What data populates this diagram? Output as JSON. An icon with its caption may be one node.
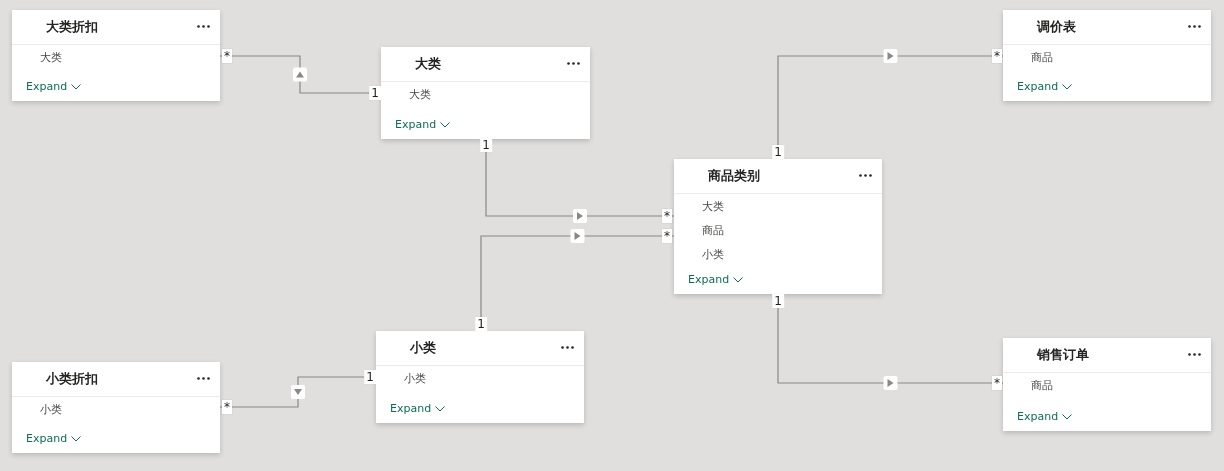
{
  "diagram": {
    "nodes": [
      {
        "text": [
          "大类折扣",
          "大类",
          "Expand"
        ]
      },
      {
        "text": [
          "调价表",
          "商品",
          "Expand"
        ]
      },
      {
        "text": [
          "大类",
          "大类",
          "Expand"
        ]
      },
      {
        "text": [
          "商品类别",
          "大类",
          "商品",
          "小类",
          "Expand"
        ]
      },
      {
        "text": [
          "小类",
          "小类",
          "Expand"
        ]
      },
      {
        "text": [
          "小类折扣",
          "小类",
          "Expand"
        ]
      },
      {
        "text": [
          "销售订单",
          "商品",
          "Expand"
        ]
      }
    ],
    "edges": [
      {
        "from": 2,
        "to": 0,
        "arrow": "to"
      },
      {
        "from": 2,
        "to": 3,
        "arrow": "to"
      },
      {
        "from": 4,
        "to": 3,
        "arrow": "to"
      },
      {
        "from": 3,
        "to": 1,
        "arrow": "to"
      },
      {
        "from": 4,
        "to": 5,
        "arrow": "to"
      },
      {
        "from": 3,
        "to": 6,
        "arrow": "to"
      }
    ],
    "labels": [
      "*",
      "*",
      "1",
      "1",
      "1",
      "*",
      "*",
      "1",
      "1",
      "1",
      "*",
      "*"
    ]
  }
}
